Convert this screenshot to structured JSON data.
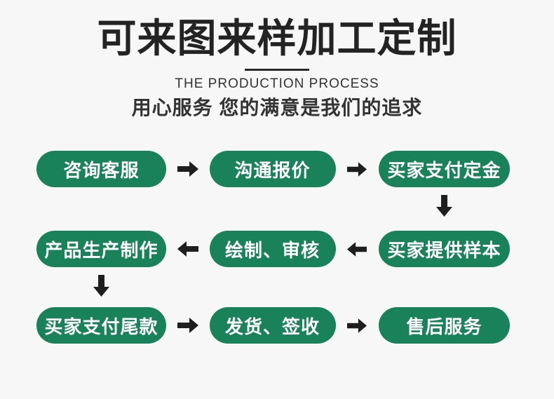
{
  "header": {
    "title": "可来图来样加工定制",
    "subtitle": "THE PRODUCTION PROCESS",
    "tagline": "用心服务 您的满意是我们的追求"
  },
  "flow": {
    "rows": [
      {
        "direction": "right",
        "steps": [
          "咨询客服",
          "沟通报价",
          "买家支付定金"
        ]
      },
      {
        "direction": "left",
        "steps": [
          "产品生产制作",
          "绘制、审核",
          "买家提供样本"
        ]
      },
      {
        "direction": "right",
        "steps": [
          "买家支付尾款",
          "发货、签收",
          "售后服务"
        ]
      }
    ],
    "connectors": [
      {
        "from": "买家支付定金",
        "to": "买家提供样本",
        "direction": "down",
        "side": "right"
      },
      {
        "from": "产品生产制作",
        "to": "买家支付尾款",
        "direction": "down",
        "side": "left"
      }
    ]
  },
  "icons": {
    "forward": "arrow-right-icon",
    "backward": "arrow-left-icon",
    "downward": "arrow-down-icon"
  },
  "colors": {
    "pill_green": "#19825A",
    "pill_text": "#FFFFFF",
    "arrow_color": "#1E1E1E",
    "background": "#F7F7F8",
    "title_color": "#232323",
    "text_color": "#333333",
    "divider_color": "#2A2A2A"
  }
}
